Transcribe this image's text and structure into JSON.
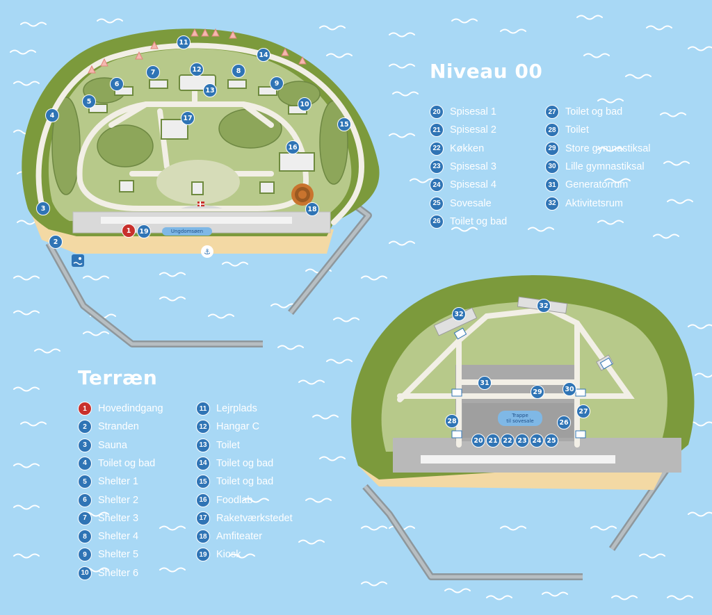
{
  "headings": {
    "niveau": "Niveau 00",
    "terraen": "Terræn"
  },
  "terraen_legend": [
    {
      "num": "1",
      "label": "Hovedindgang",
      "color": "#c8302c"
    },
    {
      "num": "2",
      "label": "Stranden"
    },
    {
      "num": "3",
      "label": "Sauna"
    },
    {
      "num": "4",
      "label": "Toilet og bad"
    },
    {
      "num": "5",
      "label": "Shelter 1"
    },
    {
      "num": "6",
      "label": "Shelter 2"
    },
    {
      "num": "7",
      "label": "Shelter 3"
    },
    {
      "num": "8",
      "label": "Shelter 4"
    },
    {
      "num": "9",
      "label": "Shelter 5"
    },
    {
      "num": "10",
      "label": "Shelter 6"
    },
    {
      "num": "11",
      "label": "Lejrplads"
    },
    {
      "num": "12",
      "label": "Hangar C"
    },
    {
      "num": "13",
      "label": "Toilet"
    },
    {
      "num": "14",
      "label": "Toilet og bad"
    },
    {
      "num": "15",
      "label": "Toilet og bad"
    },
    {
      "num": "16",
      "label": "Foodlab"
    },
    {
      "num": "17",
      "label": "Raketværkstedet"
    },
    {
      "num": "18",
      "label": "Amfiteater"
    },
    {
      "num": "19",
      "label": "Kiosk"
    }
  ],
  "niveau_legend": [
    {
      "num": "20",
      "label": "Spisesal 1"
    },
    {
      "num": "21",
      "label": "Spisesal 2"
    },
    {
      "num": "22",
      "label": "Køkken"
    },
    {
      "num": "23",
      "label": "Spisesal 3"
    },
    {
      "num": "24",
      "label": "Spisesal 4"
    },
    {
      "num": "25",
      "label": "Sovesale"
    },
    {
      "num": "26",
      "label": "Toilet og bad"
    },
    {
      "num": "27",
      "label": "Toilet og bad"
    },
    {
      "num": "28",
      "label": "Toilet"
    },
    {
      "num": "29",
      "label": "Store gymnastiksal"
    },
    {
      "num": "30",
      "label": "Lille gymnastiksal"
    },
    {
      "num": "31",
      "label": "Generatorrum"
    },
    {
      "num": "32",
      "label": "Aktivitetsrum"
    }
  ],
  "map_labels": {
    "ungdomsoen": "Ungdomsøen",
    "trappe_line1": "Trappe",
    "trappe_line2": "til sovesale"
  },
  "colors": {
    "sea": "#a8d8f5",
    "island_green": "#7c9a3c",
    "lawn": "#b7c98a",
    "path": "#f2efe6",
    "beach": "#f3d9a4",
    "pier": "#9aa3a8",
    "marker_blue": "#2f74b5",
    "marker_red": "#c8302c"
  },
  "icons": {
    "anchor": "anchor-icon",
    "swim": "swimmer-icon",
    "flag": "danish-flag-icon",
    "stairs": "stairs-icon"
  }
}
